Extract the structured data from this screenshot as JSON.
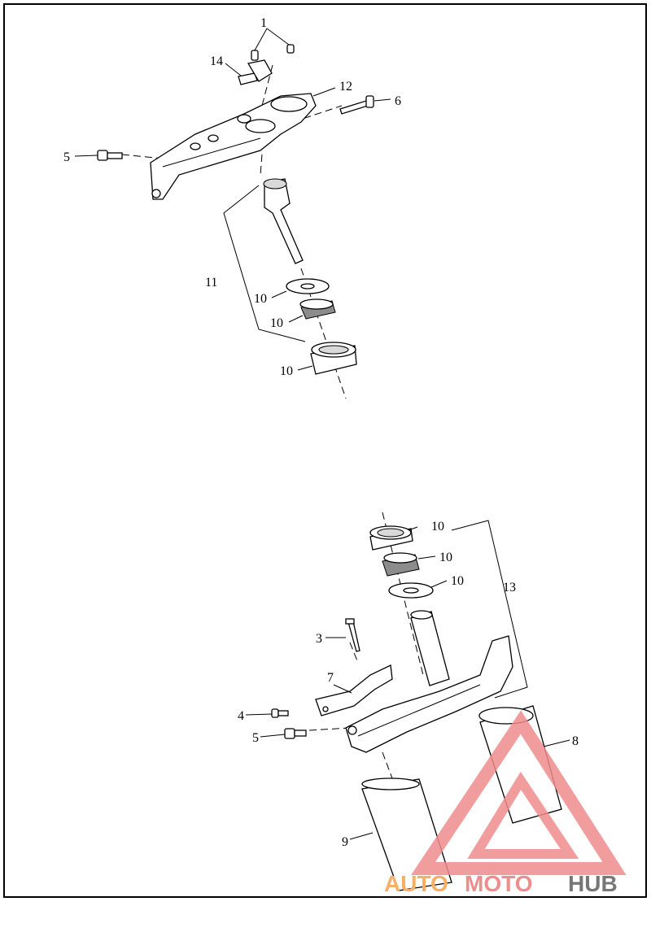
{
  "callouts": {
    "c1": "1",
    "c14": "14",
    "c12": "12",
    "c6": "6",
    "c5a": "5",
    "c11": "11",
    "c10a": "10",
    "c10b": "10",
    "c10c": "10",
    "c10d": "10",
    "c10e": "10",
    "c10f": "10",
    "c13": "13",
    "c3": "3",
    "c7": "7",
    "c4": "4",
    "c5b": "5",
    "c8": "8",
    "c9": "9"
  },
  "watermark": {
    "part1": "AUTO",
    "part2": "MOTO",
    "part3": "HUB",
    "color_primary": "#f08c8c",
    "color_secondary": "#f5b066",
    "color_text_dark": "#777777"
  }
}
